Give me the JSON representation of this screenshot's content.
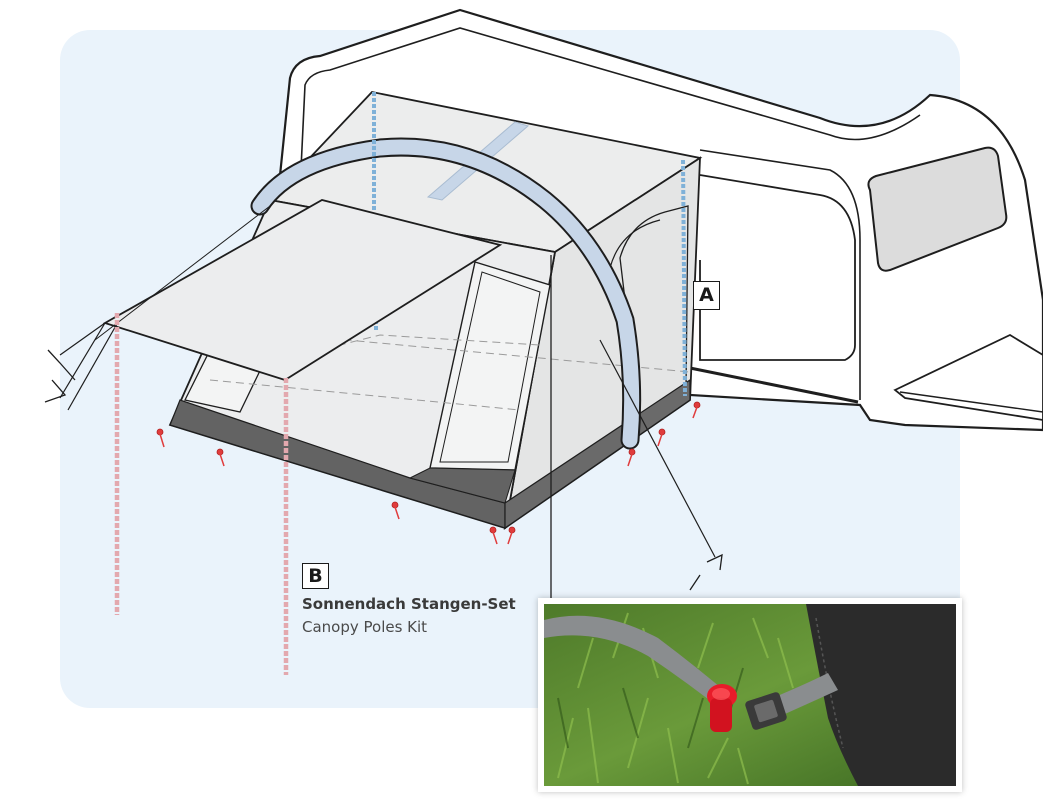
{
  "callouts": {
    "a": "A",
    "b": "B"
  },
  "canopy_poles_kit": {
    "name_de": "Sonnendach Stangen-Set",
    "name_en": "Canopy Poles Kit"
  },
  "colors": {
    "panel_background": "#eaf3fb",
    "tent_fabric": "#eceded",
    "tent_skirt": "#636363",
    "inflatable_tube": "#c7d6e8",
    "canopy_pole": "#e3a8ae",
    "support_pole": "#7fb1d8",
    "peg": "#e03c3c",
    "outline": "#1e1e1e"
  },
  "photo": {
    "subject": "red peg securing strap in grass"
  }
}
